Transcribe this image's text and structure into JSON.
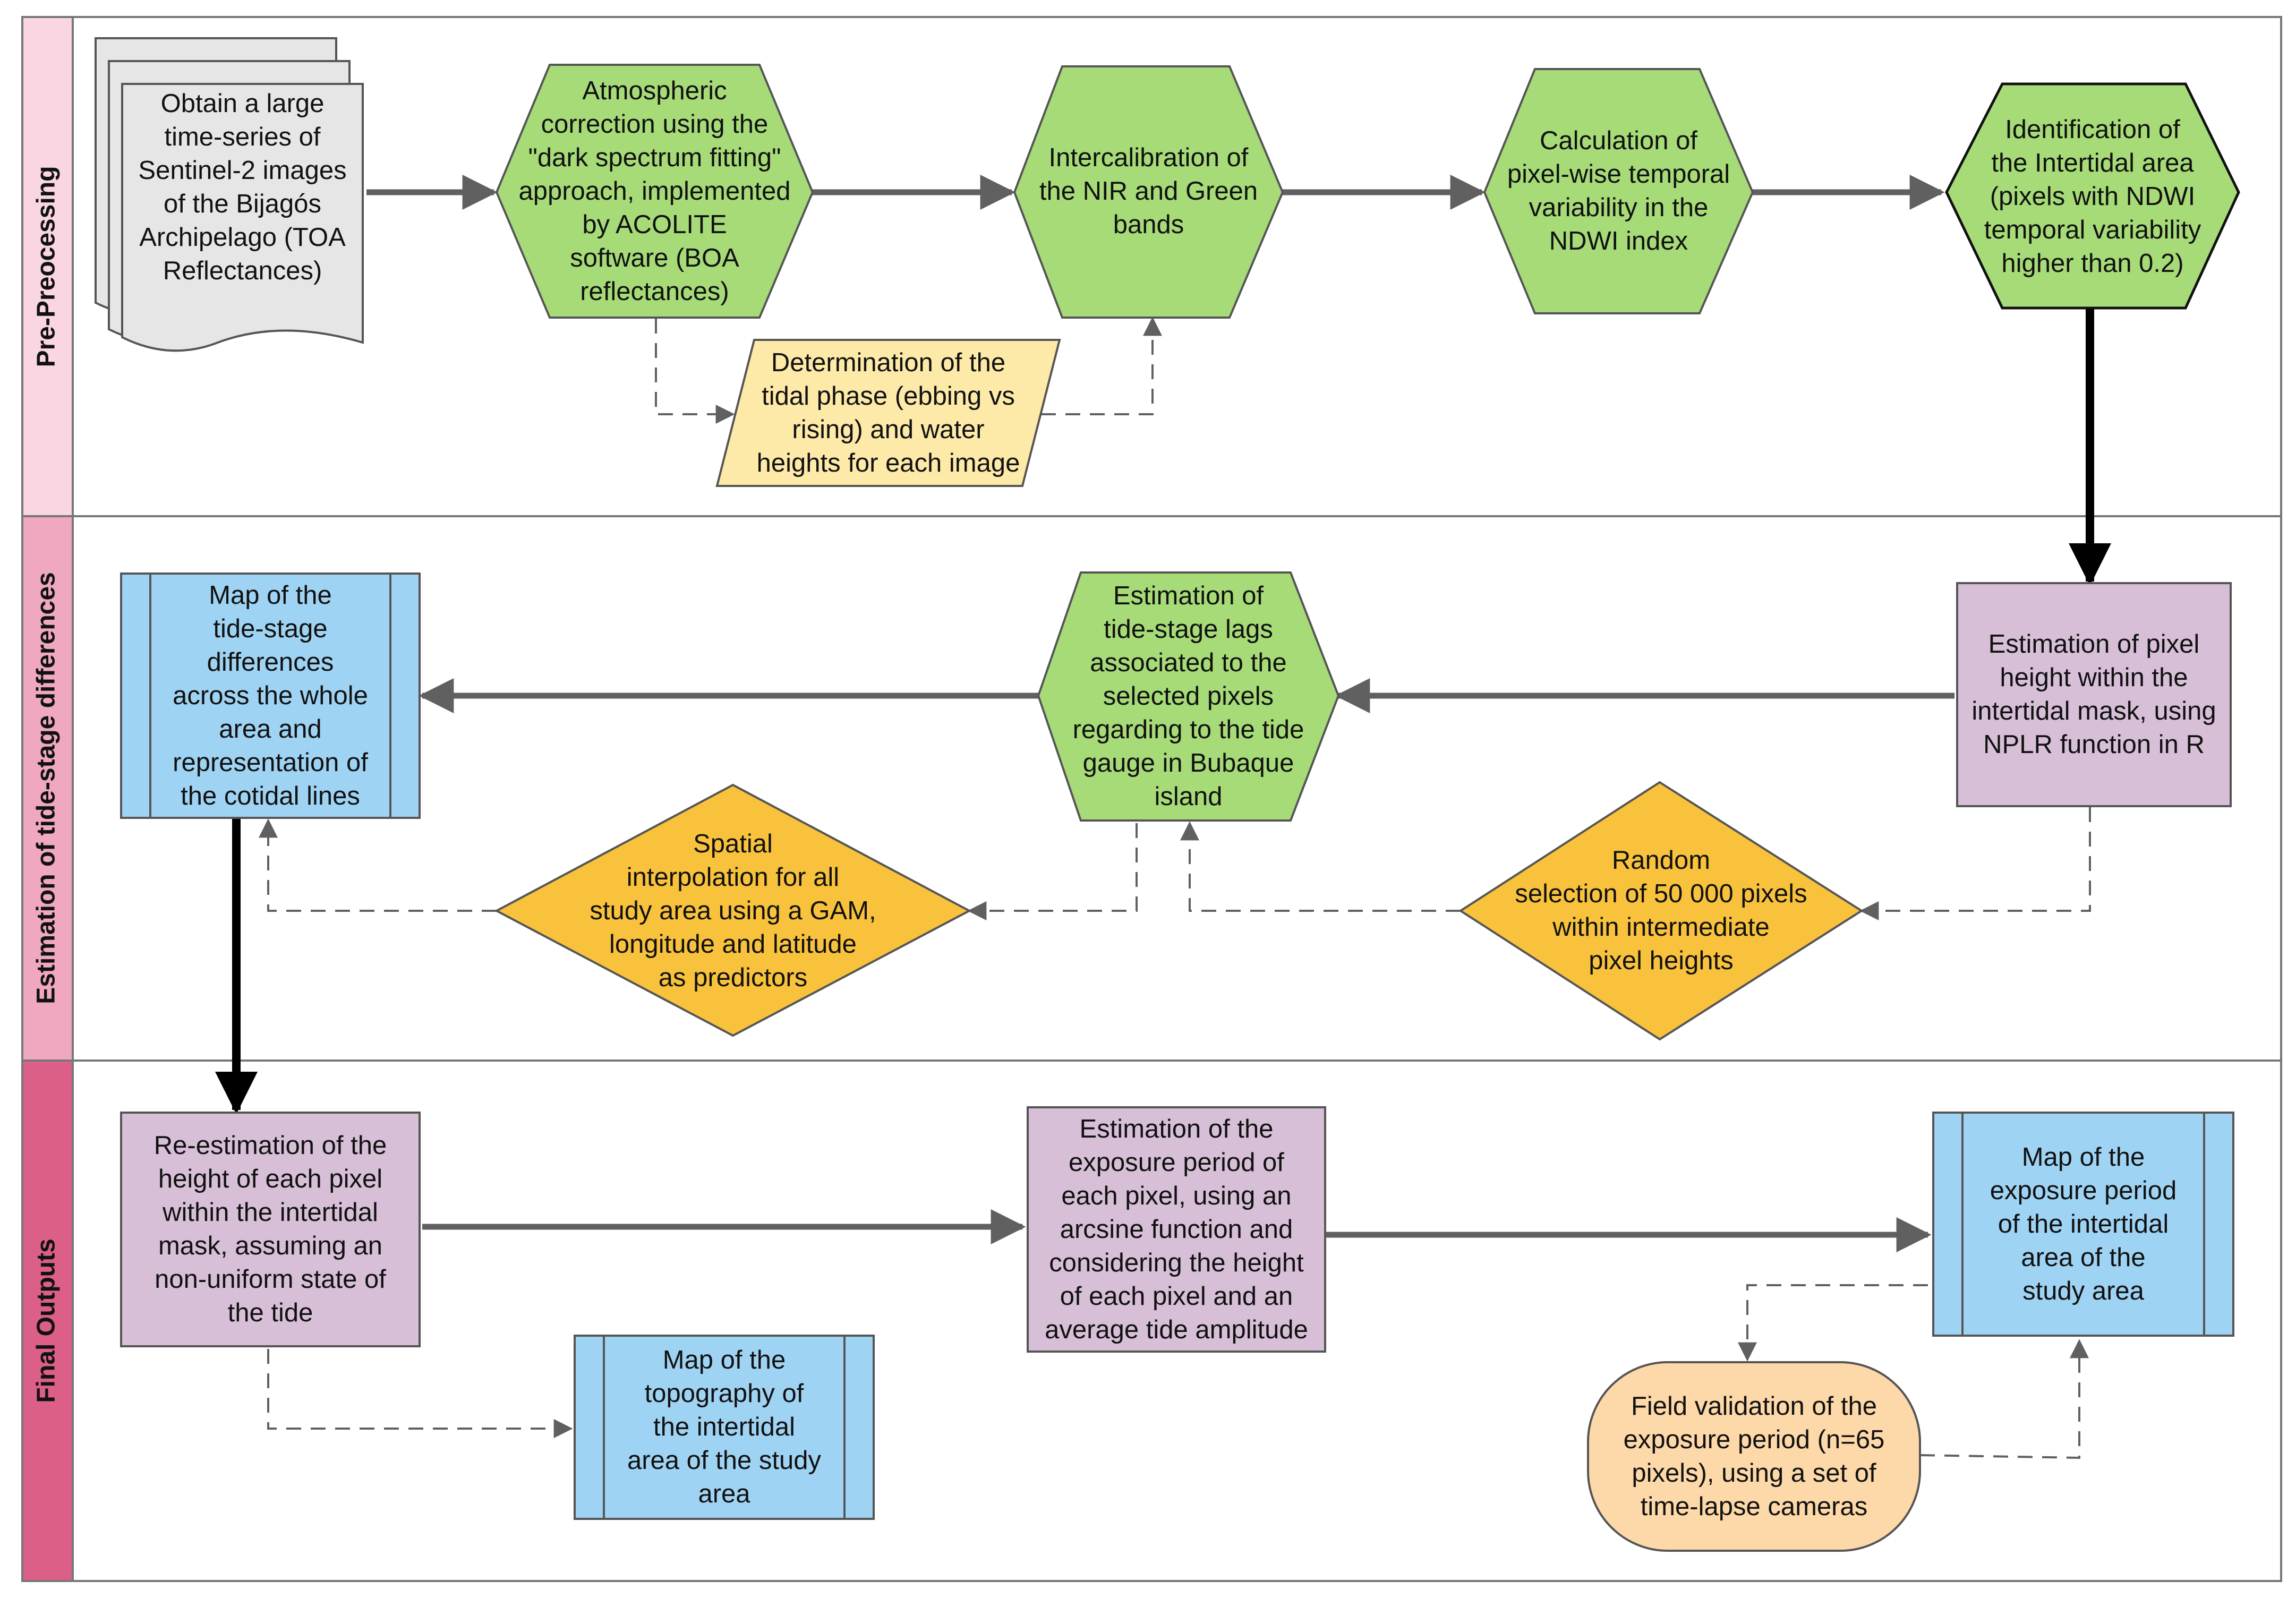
{
  "lanes": [
    {
      "label": "Pre-Preocessing",
      "color": "#f9d6e1"
    },
    {
      "label": "Estimation of tide-stage differences",
      "color": "#f0a8c0"
    },
    {
      "label": "Final Outputs",
      "color": "#dc5f88"
    }
  ],
  "colors": {
    "process_green": "#a6db78",
    "data_yellow": "#fde9a8",
    "decision_orange": "#f9c23c",
    "output_blue": "#9fd3f3",
    "process_purple": "#d7bfd7",
    "terminal_peach": "#fdd8a8",
    "document_gray": "#e6e6e6",
    "outline": "#555555",
    "arrow": "#606060",
    "arrow_dark": "#000000"
  },
  "nodes": {
    "obtain_images": "Obtain a large\ntime-series of\nSentinel-2 images\nof the Bijagós\nArchipelago (TOA\nReflectances)",
    "atmospheric_correction": "Atmospheric\ncorrection using the\n\"dark spectrum fitting\"\napproach, implemented\nby ACOLITE\nsoftware (BOA\nreflectances)",
    "intercalibration": "Intercalibration of\nthe NIR and Green\nbands",
    "ndwi_variability": "Calculation of\npixel-wise temporal\nvariability in the\nNDWI index",
    "intertidal_identification": "Identification of\nthe Intertidal area\n(pixels with NDWI\ntemporal variability\nhigher than 0.2)",
    "tidal_phase": "Determination of the\ntidal phase (ebbing vs\nrising) and water\nheights for each image",
    "pixel_height": "Estimation of pixel\nheight within the\nintertidal mask, using\nNPLR function in R",
    "tide_stage_lags": "Estimation of\ntide-stage lags\nassociated to the\nselected pixels\nregarding to the tide\ngauge in Bubaque\nisland",
    "tide_stage_map": "Map of the\ntide-stage\ndifferences\nacross the whole\narea and\nrepresentation of\nthe cotidal lines",
    "random_selection": "Random\nselection of 50 000 pixels\nwithin intermediate\npixel heights",
    "spatial_interpolation": "Spatial\ninterpolation for all\nstudy area using a GAM,\nlongitude and latitude\nas predictors",
    "height_reestimation": "Re-estimation  of the\nheight of each pixel\nwithin the intertidal\nmask, assuming an\nnon-uniform state of\nthe tide",
    "exposure_estimation": "Estimation of the\nexposure period of\neach pixel, using an\narcsine function and\nconsidering the height\nof each pixel and an\naverage tide amplitude",
    "exposure_map": "Map of the\nexposure period\nof the intertidal\narea  of the\nstudy area",
    "topography_map": "Map of the\ntopography of\nthe intertidal\narea of the study\narea",
    "field_validation": "Field validation of the\nexposure period (n=65\npixels), using a set of\ntime-lapse cameras"
  }
}
